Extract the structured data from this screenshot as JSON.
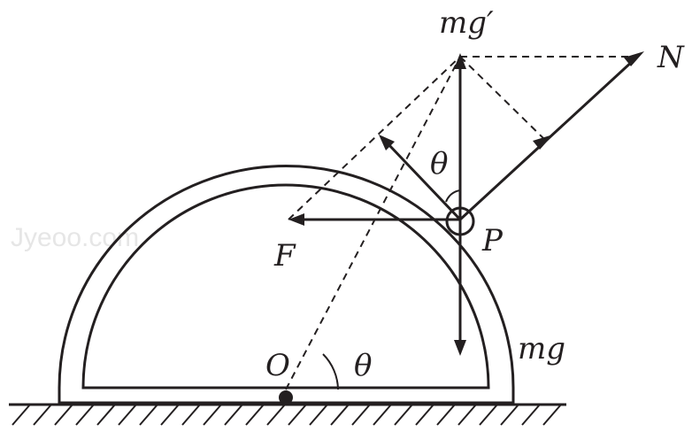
{
  "labels": {
    "mg_prime": "mg′",
    "N": "N",
    "theta_top": "θ",
    "F": "F",
    "P": "P",
    "mg": "mg",
    "O": "O",
    "theta_bottom": "θ"
  },
  "watermark": "Jyeoo.com",
  "colors": {
    "ink": "#231f20",
    "watermark": "#e6e6e6"
  }
}
